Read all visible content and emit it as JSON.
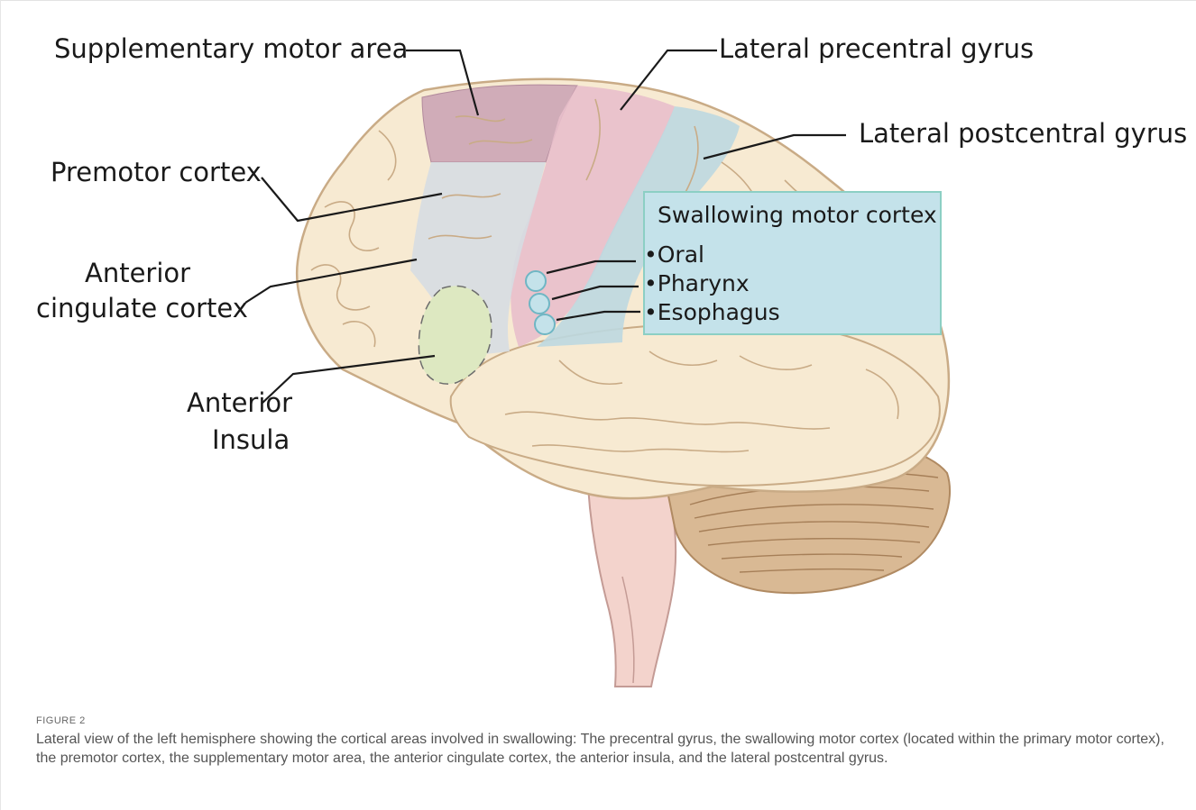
{
  "labels": {
    "supplementary_motor_area": "Supplementary motor area",
    "lateral_precentral_gyrus": "Lateral precentral gyrus",
    "lateral_postcentral_gyrus": "Lateral postcentral gyrus",
    "premotor_cortex": "Premotor cortex",
    "anterior_cingulate_line1": "Anterior",
    "anterior_cingulate_line2": "cingulate cortex",
    "anterior_insula_line1": "Anterior",
    "anterior_insula_line2": "Insula"
  },
  "swallowing_box": {
    "title": "Swallowing motor cortex",
    "items": [
      "•Oral",
      "•Pharynx",
      "•Esophagus"
    ]
  },
  "figure": {
    "number": "FIGURE 2",
    "caption": "Lateral view of the left hemisphere showing the cortical areas involved in swallowing: The precentral gyrus, the swallowing motor cortex (located within the primary motor cortex), the premotor cortex, the supplementary motor area, the anterior cingulate cortex, the anterior insula, and the lateral postcentral gyrus."
  },
  "colors": {
    "cortex": "#f7ead2",
    "cortex_outline": "#c9ab86",
    "supplementary_motor_area": "#c9a1b4",
    "precentral_gyrus": "#e8bfcb",
    "postcentral_gyrus": "#bcd8e0",
    "premotor_cortex": "#d6dde2",
    "anterior_insula": "#dde8c1",
    "cerebellum": "#d9b994",
    "brainstem": "#f3d3cc",
    "swallowing_box": "#c4e2ea",
    "swallowing_box_border": "#8ccfc4"
  }
}
